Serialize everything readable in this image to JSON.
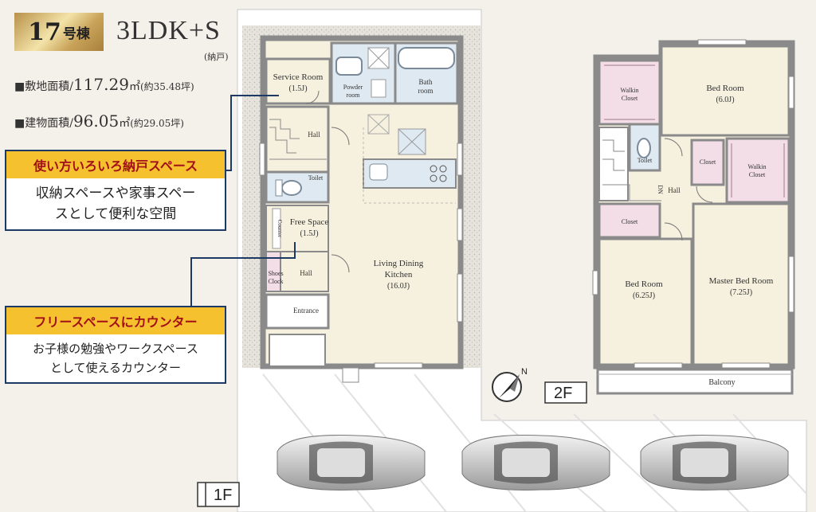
{
  "header": {
    "building_number": "17",
    "building_suffix": "号棟",
    "plan_type": "3LDK+S",
    "plan_type_note": "(納戸)"
  },
  "areas": {
    "site_label": "■敷地面積/",
    "site_value": "117.29",
    "site_unit": "㎡",
    "site_tsubo": "(約35.48坪)",
    "building_label": "■建物面積/",
    "building_value": "96.05",
    "building_unit": "㎡",
    "building_tsubo": "(約29.05坪)"
  },
  "callouts": [
    {
      "title": "使い方いろいろ納戸スペース",
      "line1": "収納スペースや家事スペー",
      "line2": "スとして便利な空間"
    },
    {
      "title": "フリースペースにカウンター",
      "line1": "お子様の勉強やワークスペース",
      "line2": "として使えるカウンター"
    }
  ],
  "floor1": {
    "tag": "1F",
    "rooms": {
      "service_room": "Service Room",
      "service_room_size": "(1.5J)",
      "powder_room_1": "Powder",
      "powder_room_2": "room",
      "bath_room_1": "Bath",
      "bath_room_2": "room",
      "hall_upper": "Hall",
      "toilet": "Toilet",
      "free_space": "Free Space",
      "free_space_size": "(1.5J)",
      "counter": "Counter",
      "shoes_closet_1": "Shoes",
      "shoes_closet_2": "Clock",
      "hall_lower": "Hall",
      "entrance": "Entrance",
      "ldk_1": "Living Dining",
      "ldk_2": "Kitchen",
      "ldk_size": "(16.0J)"
    }
  },
  "floor2": {
    "tag": "2F",
    "rooms": {
      "walkin_1_a": "Walkin",
      "walkin_1_b": "Closet",
      "bed_room_1": "Bed Room",
      "bed_room_1_size": "(6.0J)",
      "toilet": "Toilet",
      "dn": "DN",
      "hall": "Hall",
      "closet_1": "Closet",
      "walkin_2_a": "Walkin",
      "walkin_2_b": "Closet",
      "closet_2": "Closet",
      "bed_room_2": "Bed Room",
      "bed_room_2_size": "(6.25J)",
      "master_bed_room": "Master Bed Room",
      "master_bed_room_size": "(7.25J)",
      "balcony": "Balcony"
    }
  },
  "compass": {
    "label": "N"
  },
  "colors": {
    "floor": "#f6f1de",
    "wet_area": "#dfe9f1",
    "closet": "#f3dde6",
    "wall": "#8a8a8a",
    "callout_head_bg": "#f5c12e",
    "callout_head_text": "#a3101a",
    "callout_border": "#1d3a66"
  }
}
